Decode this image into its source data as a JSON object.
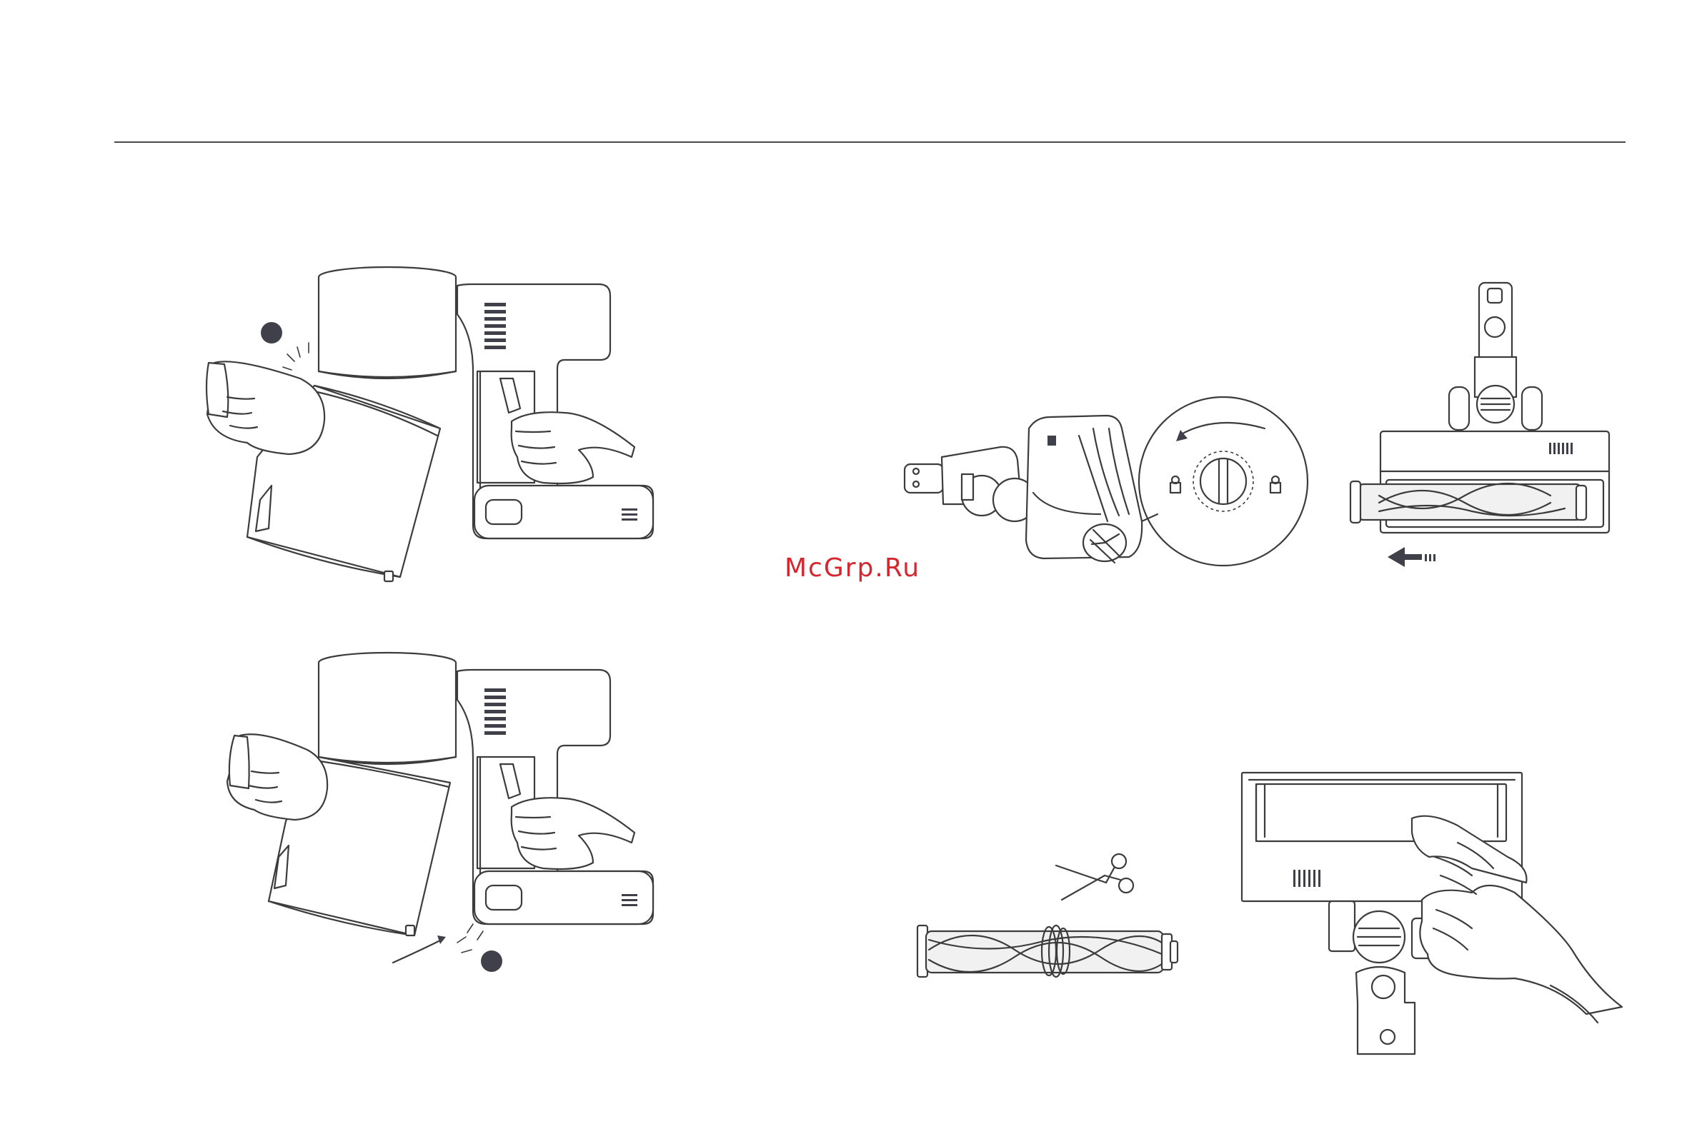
{
  "watermark": {
    "text": "McGrp.Ru",
    "color": "#d6262e"
  },
  "illustrations": [
    {
      "icon": "vacuum-remove-dust-bin",
      "step_marker": "dark-circle-marker"
    },
    {
      "icon": "vacuum-attach-dust-bin",
      "step_marker": "dark-circle-marker"
    },
    {
      "icon": "floor-brush-unlock-cover"
    },
    {
      "icon": "floor-brush-pull-roller"
    },
    {
      "icon": "cut-hair-from-roller"
    },
    {
      "icon": "wipe-brush-head"
    }
  ],
  "colors": {
    "line": "#3c3c3c",
    "marker": "#3f4049",
    "rule": "#4a4a4a"
  }
}
